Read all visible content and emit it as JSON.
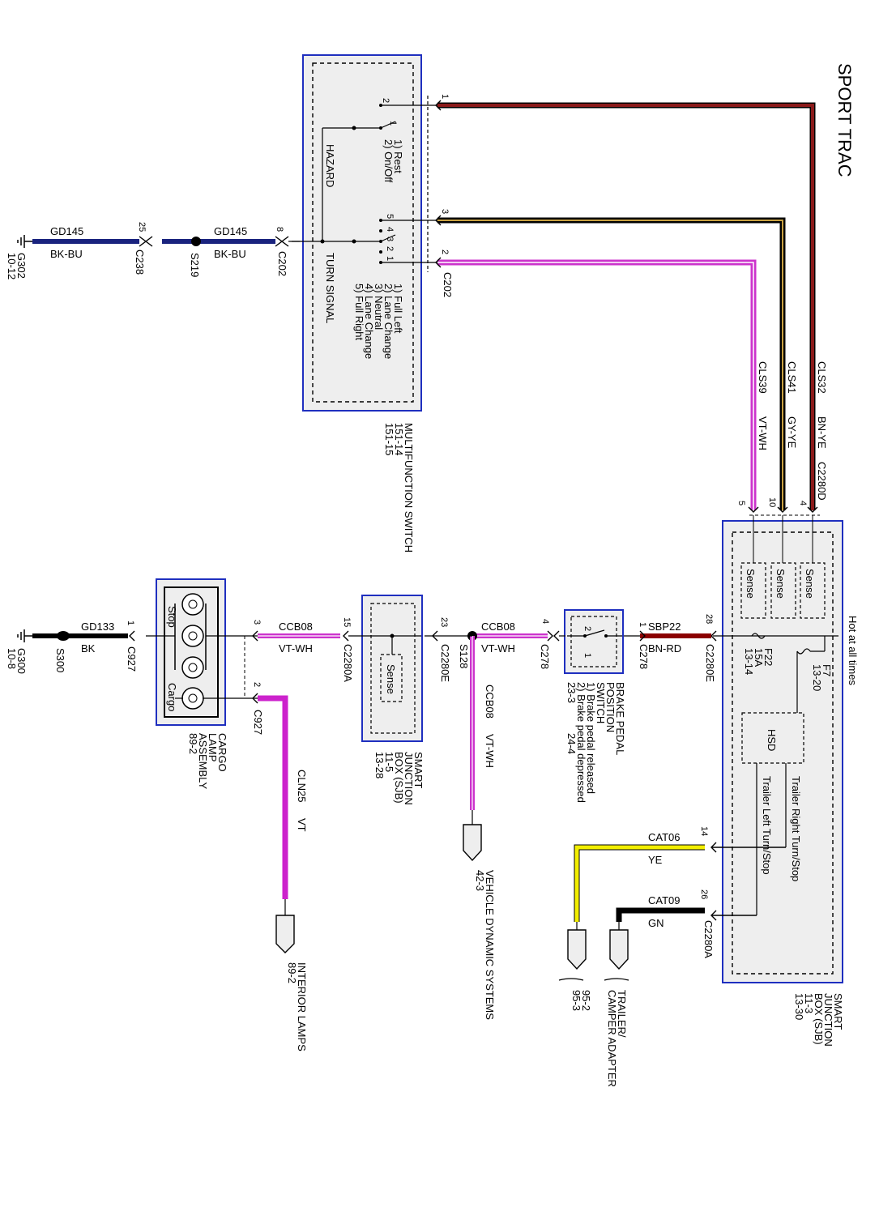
{
  "title": "SPORT TRAC",
  "colors": {
    "bn_ye": "#8b1a1a",
    "gy_ye": "#3a3a3a",
    "vt_wh": "#cc33cc",
    "bk_bu": "#1a237e",
    "bk": "#000000",
    "ye": "#f2ee00",
    "gn": "#000000",
    "bn_rd": "#8b0000",
    "vt": "#cc22cc",
    "module_fill": "#eeeeee",
    "module_border": "#1f2fbf"
  },
  "multifunction_switch": {
    "name": "MULTIFUNCTION SWITCH",
    "refs": [
      "151-14",
      "151-15"
    ],
    "hazard_label": "HAZARD",
    "hazard_positions": [
      "1) Rest",
      "2) On/Off"
    ],
    "turn_label": "TURN SIGNAL",
    "turn_positions": [
      "1) Full Left",
      "2) Lane Change",
      "3) Neutral",
      "4) Lane Change",
      "5) Full Right"
    ],
    "pins": [
      "2",
      "1",
      "2",
      "1",
      "5",
      "4",
      "3",
      "2",
      "1"
    ]
  },
  "ground_top": {
    "wire1_code": "GD145",
    "wire1_color": "BK-BU",
    "pin_c238": "25",
    "conn_c238": "C238",
    "splice": "S219",
    "wire2_code": "GD145",
    "wire2_color": "BK-BU",
    "pin_c202": "8",
    "conn_c202": "C202",
    "ground": "G302",
    "ground_ref": "10-12"
  },
  "top_wires": [
    {
      "pin": "1",
      "code": "CLS32",
      "color": "BN-YE"
    },
    {
      "pin": "3",
      "code": "CLS41",
      "color": "GY-YE"
    },
    {
      "pin": "2",
      "code": "CLS39",
      "color": "VT-WH"
    }
  ],
  "c202_label": "C202",
  "c2280d": {
    "label": "C2280D",
    "pins": [
      "4",
      "10",
      "5"
    ]
  },
  "sjb_main": {
    "name": [
      "SMART",
      "JUNCTION",
      "BOX (SJB)",
      "11-3",
      "13-30"
    ],
    "sense": [
      "Sense",
      "Sense",
      "Sense"
    ],
    "hot": "Hot at all times",
    "f7": [
      "F7",
      "13-20"
    ],
    "f22": [
      "F22",
      "15A",
      "13-14"
    ],
    "hsd": "HSD",
    "trailer_right": "Trailer Right Turn/Stop",
    "trailer_left": "Trailer Left Turn/Stop"
  },
  "brake_feed": {
    "pin_sjb": "28",
    "conn_sjb": "C2280E",
    "code": "SBP22",
    "color": "BN-RD",
    "pin_sw": "1",
    "conn_sw": "C278"
  },
  "brake_switch": {
    "name": [
      "BRAKE PEDAL",
      "POSITION",
      "SWITCH"
    ],
    "pos1": "1) Brake pedal released",
    "pos2": "2) Brake pedal depressed",
    "ref1": "23-3",
    "ref2": "24-4",
    "pins": [
      "2",
      "1"
    ]
  },
  "ccb08_a": {
    "pin": "4",
    "code": "CCB08",
    "color": "VT-WH",
    "conn": "C278"
  },
  "s128": {
    "label": "S128",
    "pin": "23",
    "conn": "C2280E"
  },
  "vds": {
    "code": "CCB08",
    "color": "VT-WH",
    "name": "VEHICLE DYNAMIC SYSTEMS",
    "ref": "42-3"
  },
  "sjb_small": {
    "pin": "15",
    "conn": "C2280A",
    "sense": "Sense",
    "name": [
      "SMART",
      "JUNCTION",
      "BOX (SJB)",
      "11-5",
      "13-28"
    ]
  },
  "ccb08_b": {
    "pin": "3",
    "code": "CCB08",
    "color": "VT-WH"
  },
  "cargo_lamp": {
    "name": [
      "CARGO",
      "LAMP",
      "ASSEMBLY",
      "89-2"
    ],
    "stop": "Stop",
    "cargo": "Cargo",
    "pin_c927a": "1",
    "pin_c927b": "2",
    "conn": "C927"
  },
  "ground_bottom": {
    "code": "GD133",
    "color": "BK",
    "conn": "C927",
    "splice": "S300",
    "ground": "G300",
    "ground_ref": "10-8"
  },
  "interior": {
    "code": "CLN25",
    "color": "VT",
    "name": "INTERIOR LAMPS",
    "ref": "89-2"
  },
  "trailer": {
    "wire1_pin": "14",
    "wire1_code": "CAT06",
    "wire1_color": "YE",
    "wire2_pin": "26",
    "wire2_code": "CAT09",
    "wire2_color": "GN",
    "wire2_conn": "C2280A",
    "name": [
      "TRAILER/",
      "CAMPER ADAPTER"
    ],
    "refs": [
      "95-2",
      "95-3"
    ]
  }
}
